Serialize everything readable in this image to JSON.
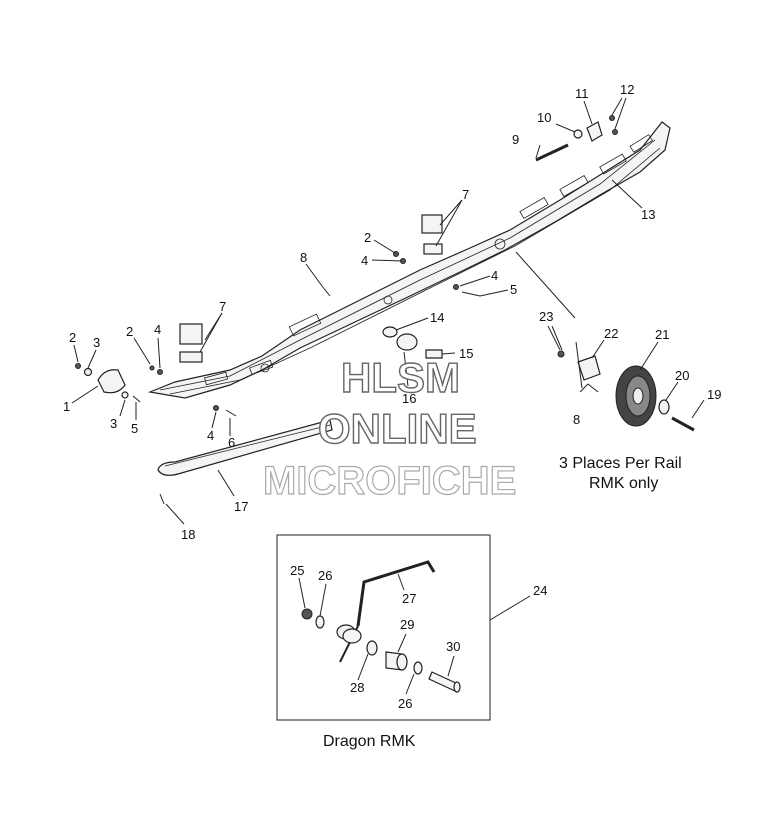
{
  "callouts": {
    "c1": "1",
    "c2a": "2",
    "c2b": "2",
    "c2c": "2",
    "c3a": "3",
    "c3b": "3",
    "c4a": "4",
    "c4b": "4",
    "c4c": "4",
    "c4d": "4",
    "c5a": "5",
    "c5b": "5",
    "c6": "6",
    "c7a": "7",
    "c7b": "7",
    "c8a": "8",
    "c8b": "8",
    "c9": "9",
    "c10": "10",
    "c11": "11",
    "c12": "12",
    "c13": "13",
    "c14": "14",
    "c15": "15",
    "c16": "16",
    "c17": "17",
    "c18": "18",
    "c19": "19",
    "c20": "20",
    "c21": "21",
    "c22": "22",
    "c23": "23",
    "c24": "24",
    "c25": "25",
    "c26a": "26",
    "c26b": "26",
    "c27": "27",
    "c28": "28",
    "c29": "29",
    "c30": "30"
  },
  "notes": {
    "places_line1": "3 Places Per Rail",
    "places_line2": "RMK only",
    "inset_caption": "Dragon RMK"
  },
  "watermark": {
    "line1": "HLSM",
    "line2": "ONLINE",
    "line3": "MICROFICHE"
  }
}
